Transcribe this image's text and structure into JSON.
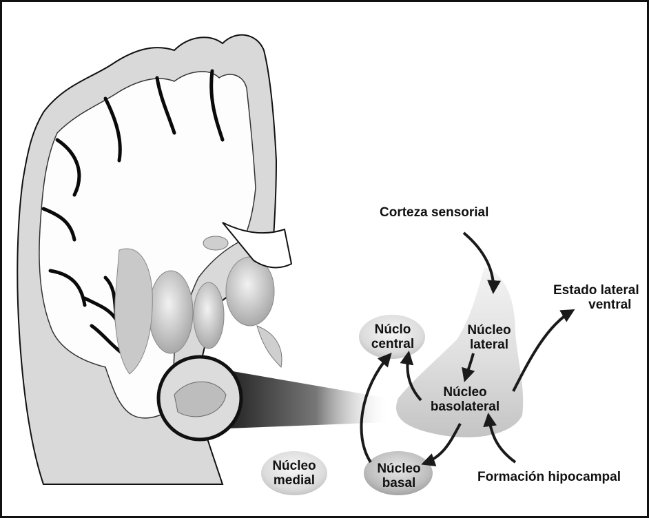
{
  "labels": {
    "corteza_sensorial": "Corteza sensorial",
    "estado_lateral": [
      "Estado lateral",
      "ventral"
    ],
    "nucleo_central": [
      "Núclo",
      "central"
    ],
    "nucleo_lateral": [
      "Núcleo",
      "lateral"
    ],
    "nucleo_basolateral": [
      "Núcleo",
      "basolateral"
    ],
    "nucleo_medial": [
      "Núcleo",
      "medial"
    ],
    "nucleo_basal": [
      "Núcleo",
      "basal"
    ],
    "formacion_hipocampal": "Formación hipocampal"
  },
  "colors": {
    "frame": "#111111",
    "cortex_gray": "#d9d9d9",
    "white_matter": "#fdfdfd",
    "sulcus_dark": "#0a0a0a",
    "nucleus_fill": "#e6e6e6",
    "arrow": "#1a1a1a"
  }
}
